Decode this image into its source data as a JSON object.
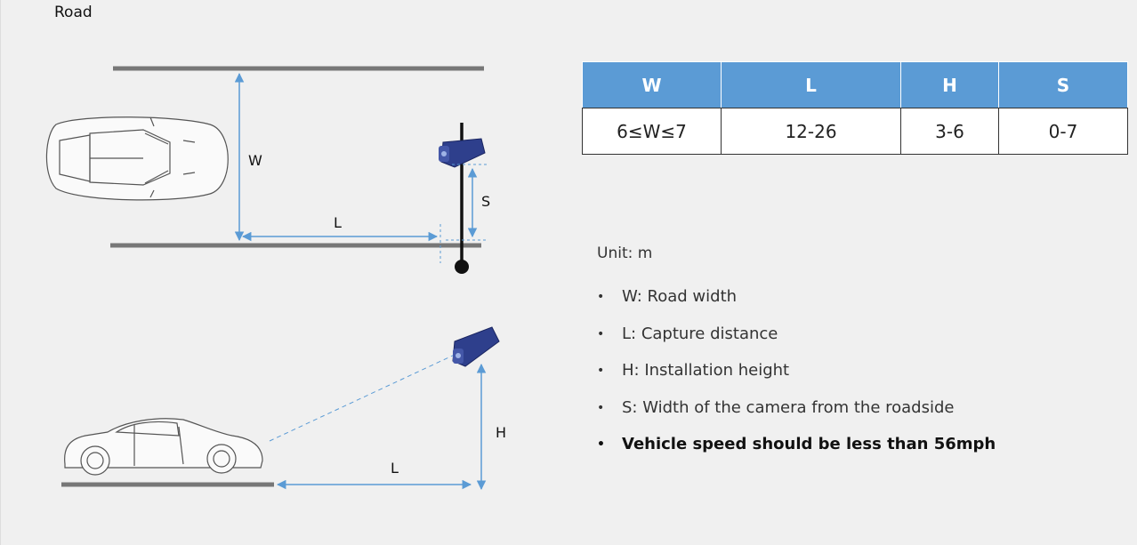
{
  "title": "Road",
  "diagram": {
    "top_view": {
      "width_label": "W",
      "distance_label": "L",
      "offset_label": "S"
    },
    "side_view": {
      "height_label": "H",
      "distance_label": "L"
    }
  },
  "table": {
    "headers": [
      "W",
      "L",
      "H",
      "S"
    ],
    "row": [
      "6≤W≤7",
      "12-26",
      "3-6",
      "0-7"
    ],
    "header_color": "#5b9bd5"
  },
  "unit": "Unit: m",
  "notes": [
    {
      "text": "W: Road width",
      "bold": false
    },
    {
      "text": "L: Capture distance",
      "bold": false
    },
    {
      "text": "H: Installation height",
      "bold": false
    },
    {
      "text": "S: Width of the camera from the roadside",
      "bold": false
    },
    {
      "text": "Vehicle speed should be less than 56mph",
      "bold": true
    }
  ],
  "colors": {
    "accent": "#5b9bd5",
    "road": "#777777",
    "camera": "#2e3f8c"
  },
  "icons": [
    "car-top-view-icon",
    "car-side-view-icon",
    "camera-icon",
    "pole-icon"
  ]
}
